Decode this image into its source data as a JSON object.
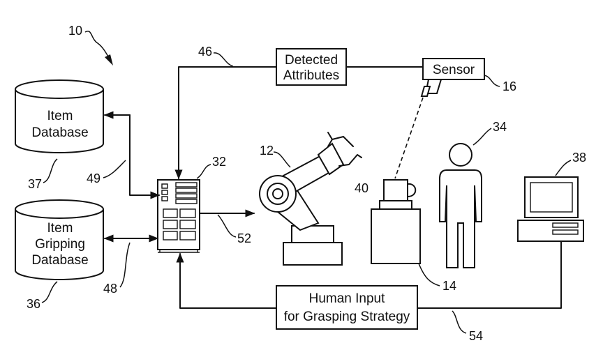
{
  "figure_number": "10",
  "boxes": {
    "detected_attributes": [
      "Detected",
      "Attributes"
    ],
    "sensor": "Sensor",
    "human_input": [
      "Human Input",
      "for Grasping Strategy"
    ]
  },
  "databases": {
    "item_database": [
      "Item",
      "Database"
    ],
    "item_gripping_database": [
      "Item",
      "Gripping",
      "Database"
    ]
  },
  "reference_numerals": {
    "system": "10",
    "robot_arm": "12",
    "item_table": "14",
    "sensor": "16",
    "controller": "32",
    "human": "34",
    "gripping_db": "36",
    "item_db": "37",
    "computer": "38",
    "item": "40",
    "attr_path": "46",
    "gripping_db_link": "48",
    "item_db_link": "49",
    "robot_link": "52",
    "human_input_path": "54"
  }
}
